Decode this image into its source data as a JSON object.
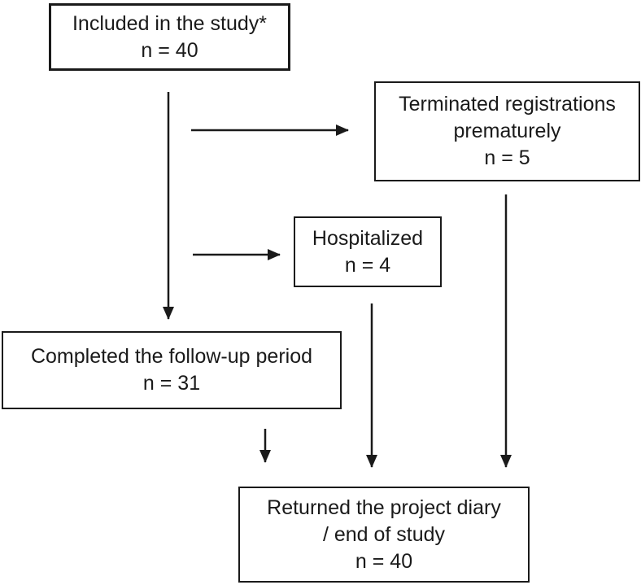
{
  "diagram": {
    "boxes": {
      "included": {
        "lines": [
          "Included in the study*",
          "n = 40"
        ]
      },
      "terminated": {
        "lines": [
          "Terminated registrations",
          "prematurely",
          "n = 5"
        ]
      },
      "hospitalized": {
        "lines": [
          "Hospitalized",
          "n = 4"
        ]
      },
      "completed": {
        "lines": [
          "Completed the follow-up period",
          "n = 31"
        ]
      },
      "returned": {
        "lines": [
          "Returned the project diary",
          "/ end of study",
          "n = 40"
        ]
      }
    },
    "colors": {
      "background": "#ffffff",
      "box_border": "#1a1a1a",
      "text": "#1a1a1a",
      "arrow": "#1a1a1a"
    }
  }
}
